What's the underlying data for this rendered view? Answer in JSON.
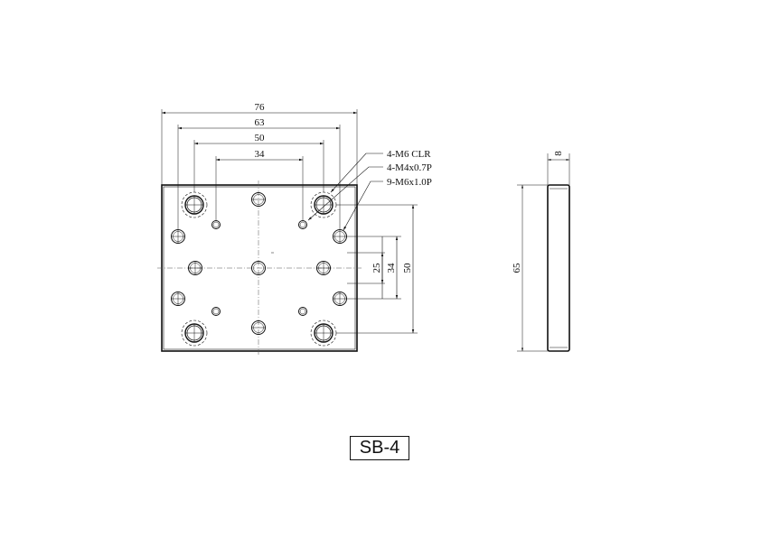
{
  "top_view": {
    "width_dims": [
      "76",
      "63",
      "50",
      "34"
    ],
    "height_dims": [
      "25",
      "34",
      "50"
    ],
    "callouts": [
      "4-M6 CLR",
      "4-M4x0.7P",
      "9-M6x1.0P"
    ]
  },
  "side_view": {
    "thickness_dim": "8",
    "height_dim": "65"
  },
  "part_label": "SB-4"
}
